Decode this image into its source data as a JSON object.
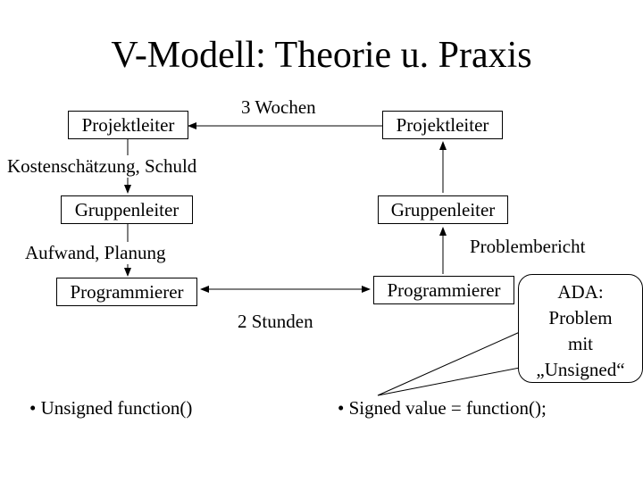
{
  "title": "V-Modell: Theorie u. Praxis",
  "boxes": {
    "left_top": "Projektleiter",
    "left_mid": "Gruppenleiter",
    "left_bottom": "Programmierer",
    "right_top": "Projektleiter",
    "right_mid": "Gruppenleiter",
    "right_bottom": "Programmierer"
  },
  "labels": {
    "top_arrow": "3 Wochen",
    "left_upper": "Kostenschätzung, Schuld",
    "left_lower": "Aufwand, Planung",
    "right_lower": "Problembericht",
    "bottom_arrow": "2 Stunden"
  },
  "callout": {
    "line1": "ADA:",
    "line2": "Problem",
    "line3": "mit",
    "line4": "„Unsigned“"
  },
  "bullets": {
    "left": "• Unsigned function()",
    "right": "• Signed value =  function();"
  }
}
